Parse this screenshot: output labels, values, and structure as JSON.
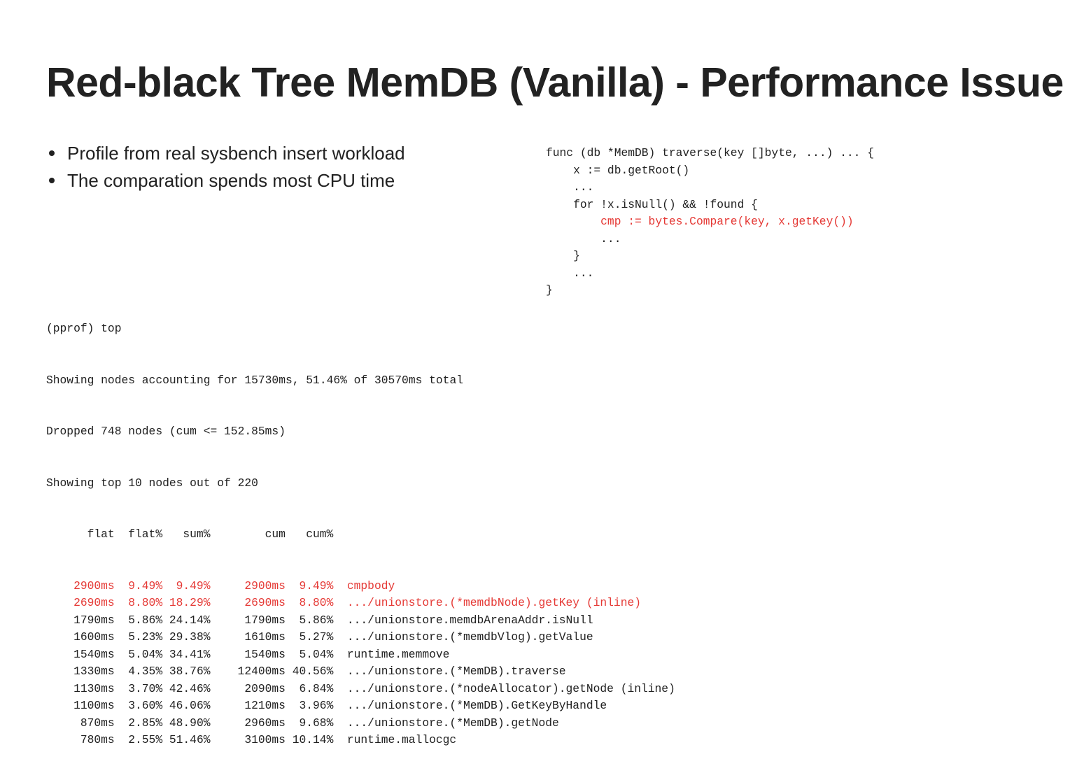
{
  "title": "Red-black Tree MemDB (Vanilla) - Performance Issue",
  "bullets": [
    "Profile from real sysbench insert workload",
    "The comparation spends most CPU time"
  ],
  "code": [
    {
      "text": "func (db *MemDB) traverse(key []byte, ...) ... {",
      "indent": 0,
      "highlight": false
    },
    {
      "text": "x := db.getRoot()",
      "indent": 1,
      "highlight": false
    },
    {
      "text": "...",
      "indent": 1,
      "highlight": false
    },
    {
      "text": "for !x.isNull() && !found {",
      "indent": 1,
      "highlight": false
    },
    {
      "text": "cmp := bytes.Compare(key, x.getKey())",
      "indent": 2,
      "highlight": true
    },
    {
      "text": "...",
      "indent": 2,
      "highlight": false
    },
    {
      "text": "}",
      "indent": 1,
      "highlight": false
    },
    {
      "text": "...",
      "indent": 1,
      "highlight": false
    },
    {
      "text": "}",
      "indent": 0,
      "highlight": false
    }
  ],
  "pprof": {
    "header_lines": [
      "(pprof) top",
      "Showing nodes accounting for 15730ms, 51.46% of 30570ms total",
      "Dropped 748 nodes (cum <= 152.85ms)",
      "Showing top 10 nodes out of 220"
    ],
    "columns": [
      "flat",
      "flat%",
      "sum%",
      "cum",
      "cum%"
    ],
    "rows": [
      {
        "flat": "2900ms",
        "flat_pct": "9.49%",
        "sum_pct": "9.49%",
        "cum": "2900ms",
        "cum_pct": "9.49%",
        "name": "cmpbody",
        "highlight": true
      },
      {
        "flat": "2690ms",
        "flat_pct": "8.80%",
        "sum_pct": "18.29%",
        "cum": "2690ms",
        "cum_pct": "8.80%",
        "name": ".../unionstore.(*memdbNode).getKey (inline)",
        "highlight": true
      },
      {
        "flat": "1790ms",
        "flat_pct": "5.86%",
        "sum_pct": "24.14%",
        "cum": "1790ms",
        "cum_pct": "5.86%",
        "name": ".../unionstore.memdbArenaAddr.isNull",
        "highlight": false
      },
      {
        "flat": "1600ms",
        "flat_pct": "5.23%",
        "sum_pct": "29.38%",
        "cum": "1610ms",
        "cum_pct": "5.27%",
        "name": ".../unionstore.(*memdbVlog).getValue",
        "highlight": false
      },
      {
        "flat": "1540ms",
        "flat_pct": "5.04%",
        "sum_pct": "34.41%",
        "cum": "1540ms",
        "cum_pct": "5.04%",
        "name": "runtime.memmove",
        "highlight": false
      },
      {
        "flat": "1330ms",
        "flat_pct": "4.35%",
        "sum_pct": "38.76%",
        "cum": "12400ms",
        "cum_pct": "40.56%",
        "name": ".../unionstore.(*MemDB).traverse",
        "highlight": false
      },
      {
        "flat": "1130ms",
        "flat_pct": "3.70%",
        "sum_pct": "42.46%",
        "cum": "2090ms",
        "cum_pct": "6.84%",
        "name": ".../unionstore.(*nodeAllocator).getNode (inline)",
        "highlight": false
      },
      {
        "flat": "1100ms",
        "flat_pct": "3.60%",
        "sum_pct": "46.06%",
        "cum": "1210ms",
        "cum_pct": "3.96%",
        "name": ".../unionstore.(*MemDB).GetKeyByHandle",
        "highlight": false
      },
      {
        "flat": "870ms",
        "flat_pct": "2.85%",
        "sum_pct": "48.90%",
        "cum": "2960ms",
        "cum_pct": "9.68%",
        "name": ".../unionstore.(*MemDB).getNode",
        "highlight": false
      },
      {
        "flat": "780ms",
        "flat_pct": "2.55%",
        "sum_pct": "51.46%",
        "cum": "3100ms",
        "cum_pct": "10.14%",
        "name": "runtime.mallocgc",
        "highlight": false
      }
    ]
  },
  "colors": {
    "highlight": "#e53935",
    "text": "#212121"
  }
}
